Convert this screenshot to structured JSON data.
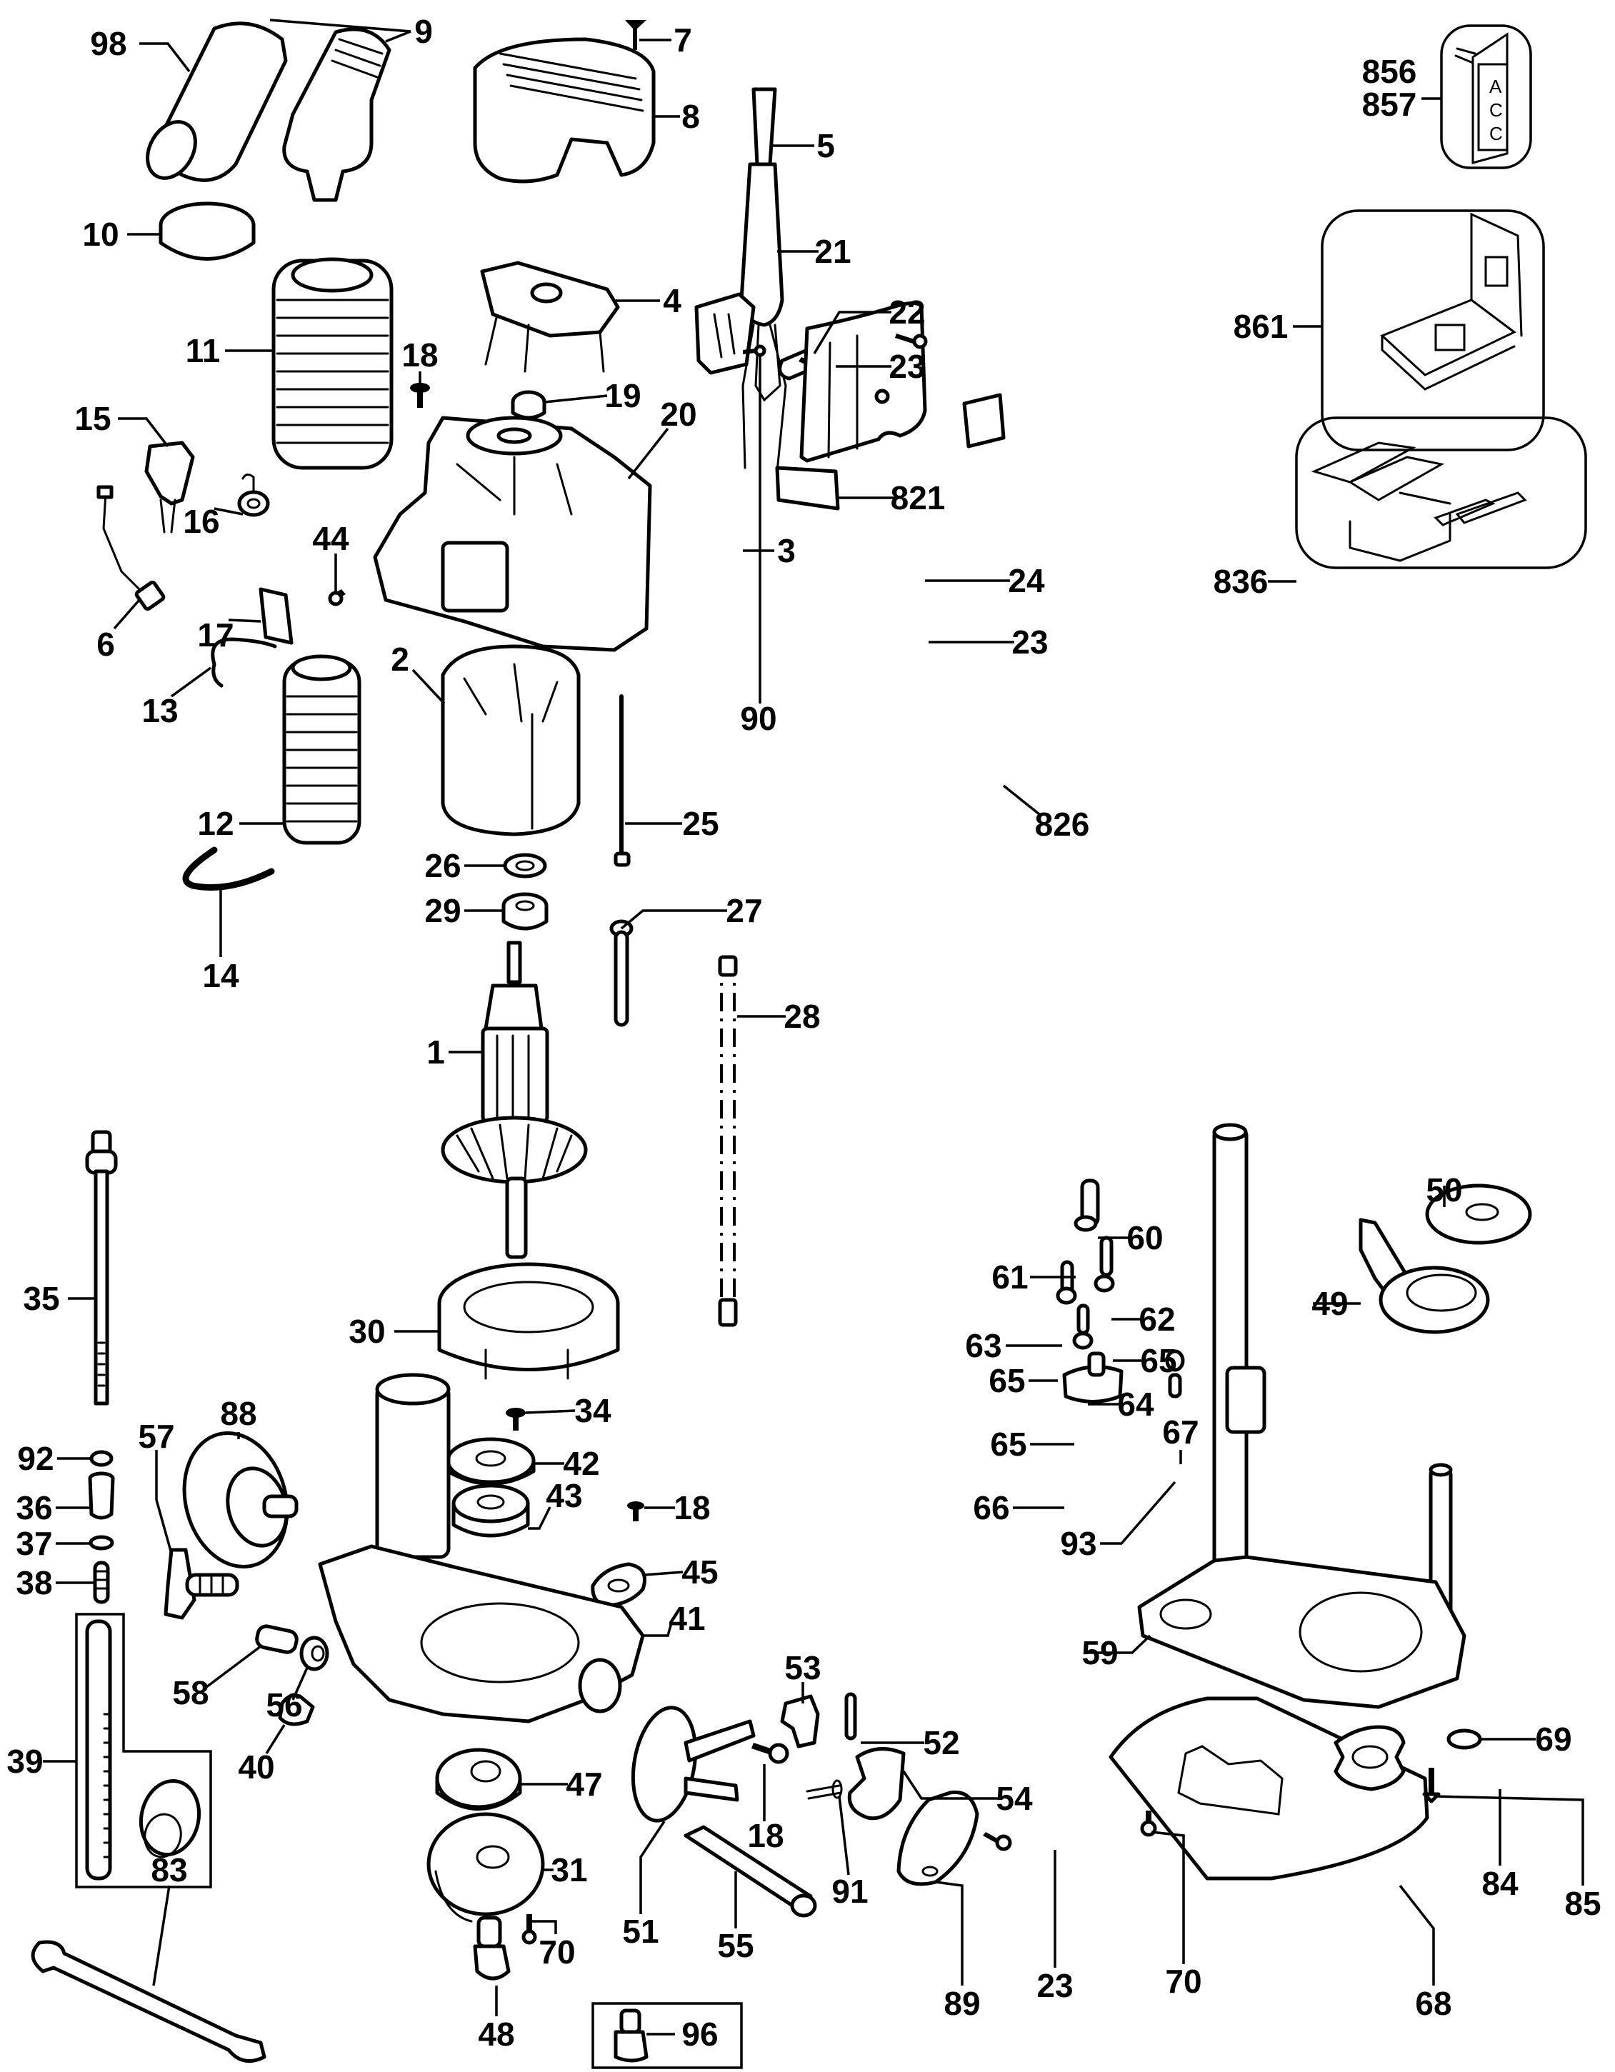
{
  "diagram": {
    "type": "exploded-parts-diagram",
    "subject": "plunge router",
    "line_color": "#000000",
    "background_color": "#ffffff",
    "accessory_label_text": [
      "A",
      "C",
      "C"
    ],
    "callouts": [
      {
        "id": "98",
        "label": "98"
      },
      {
        "id": "9",
        "label": "9"
      },
      {
        "id": "7",
        "label": "7"
      },
      {
        "id": "8",
        "label": "8"
      },
      {
        "id": "5",
        "label": "5"
      },
      {
        "id": "10",
        "label": "10"
      },
      {
        "id": "21",
        "label": "21"
      },
      {
        "id": "4",
        "label": "4"
      },
      {
        "id": "22",
        "label": "22"
      },
      {
        "id": "23a",
        "label": "23"
      },
      {
        "id": "11",
        "label": "11"
      },
      {
        "id": "18a",
        "label": "18"
      },
      {
        "id": "19",
        "label": "19"
      },
      {
        "id": "20",
        "label": "20"
      },
      {
        "id": "15",
        "label": "15"
      },
      {
        "id": "821",
        "label": "821"
      },
      {
        "id": "16",
        "label": "16"
      },
      {
        "id": "44",
        "label": "44"
      },
      {
        "id": "3",
        "label": "3"
      },
      {
        "id": "24",
        "label": "24"
      },
      {
        "id": "6",
        "label": "6"
      },
      {
        "id": "17",
        "label": "17"
      },
      {
        "id": "23b",
        "label": "23"
      },
      {
        "id": "2",
        "label": "2"
      },
      {
        "id": "90",
        "label": "90"
      },
      {
        "id": "13",
        "label": "13"
      },
      {
        "id": "12",
        "label": "12"
      },
      {
        "id": "25",
        "label": "25"
      },
      {
        "id": "826",
        "label": "826"
      },
      {
        "id": "26",
        "label": "26"
      },
      {
        "id": "29",
        "label": "29"
      },
      {
        "id": "27",
        "label": "27"
      },
      {
        "id": "14",
        "label": "14"
      },
      {
        "id": "28",
        "label": "28"
      },
      {
        "id": "1",
        "label": "1"
      },
      {
        "id": "856",
        "label": "856"
      },
      {
        "id": "857",
        "label": "857"
      },
      {
        "id": "861",
        "label": "861"
      },
      {
        "id": "836",
        "label": "836"
      },
      {
        "id": "50",
        "label": "50"
      },
      {
        "id": "60",
        "label": "60"
      },
      {
        "id": "35",
        "label": "35"
      },
      {
        "id": "61",
        "label": "61"
      },
      {
        "id": "49",
        "label": "49"
      },
      {
        "id": "62",
        "label": "62"
      },
      {
        "id": "30",
        "label": "30"
      },
      {
        "id": "63",
        "label": "63"
      },
      {
        "id": "65a",
        "label": "65"
      },
      {
        "id": "65b",
        "label": "65"
      },
      {
        "id": "88",
        "label": "88"
      },
      {
        "id": "64",
        "label": "64"
      },
      {
        "id": "34",
        "label": "34"
      },
      {
        "id": "67",
        "label": "67"
      },
      {
        "id": "65c",
        "label": "65"
      },
      {
        "id": "92",
        "label": "92"
      },
      {
        "id": "42",
        "label": "42"
      },
      {
        "id": "57",
        "label": "57"
      },
      {
        "id": "36",
        "label": "36"
      },
      {
        "id": "66",
        "label": "66"
      },
      {
        "id": "43",
        "label": "43"
      },
      {
        "id": "18b",
        "label": "18"
      },
      {
        "id": "37",
        "label": "37"
      },
      {
        "id": "93",
        "label": "93"
      },
      {
        "id": "38",
        "label": "38"
      },
      {
        "id": "45",
        "label": "45"
      },
      {
        "id": "41",
        "label": "41"
      },
      {
        "id": "58",
        "label": "58"
      },
      {
        "id": "59",
        "label": "59"
      },
      {
        "id": "56",
        "label": "56"
      },
      {
        "id": "53",
        "label": "53"
      },
      {
        "id": "39",
        "label": "39"
      },
      {
        "id": "52",
        "label": "52"
      },
      {
        "id": "69",
        "label": "69"
      },
      {
        "id": "40",
        "label": "40"
      },
      {
        "id": "47",
        "label": "47"
      },
      {
        "id": "54",
        "label": "54"
      },
      {
        "id": "18c",
        "label": "18"
      },
      {
        "id": "84",
        "label": "84"
      },
      {
        "id": "85",
        "label": "85"
      },
      {
        "id": "31",
        "label": "31"
      },
      {
        "id": "91",
        "label": "91"
      },
      {
        "id": "51",
        "label": "51"
      },
      {
        "id": "83",
        "label": "83"
      },
      {
        "id": "55",
        "label": "55"
      },
      {
        "id": "70a",
        "label": "70"
      },
      {
        "id": "23c",
        "label": "23"
      },
      {
        "id": "70b",
        "label": "70"
      },
      {
        "id": "89",
        "label": "89"
      },
      {
        "id": "68",
        "label": "68"
      },
      {
        "id": "48",
        "label": "48"
      },
      {
        "id": "96",
        "label": "96"
      }
    ]
  }
}
